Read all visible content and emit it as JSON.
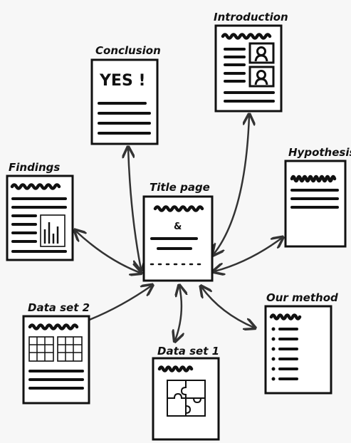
{
  "nodes": {
    "title_page": "Title page",
    "introduction": "Introduction",
    "conclusion": "Conclusion",
    "findings": "Findings",
    "hypothesis": "Hypothesis",
    "data_set_2": "Data set 2",
    "data_set_1": "Data set 1",
    "our_method": "Our method"
  },
  "conclusion_page_text": "YES !",
  "title_page_ampersand": "&",
  "colors": {
    "ink": "#111111",
    "paper": "#ffffff",
    "background": "#f7f7f7"
  },
  "icons": [
    "document-icon",
    "double-headed-arrow-icon",
    "person-portrait-icon",
    "bar-chart-icon",
    "grid-table-icon",
    "jigsaw-puzzle-icon"
  ]
}
